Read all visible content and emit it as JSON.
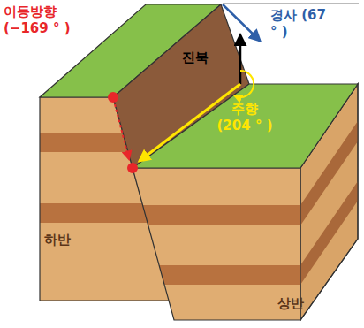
{
  "diagram": {
    "labels": [
      "이동방향 (−169 ° )",
      "경사 (67 ° )",
      "진북",
      "주향 (204 ° )",
      "하반",
      "상반"
    ]
  }
}
